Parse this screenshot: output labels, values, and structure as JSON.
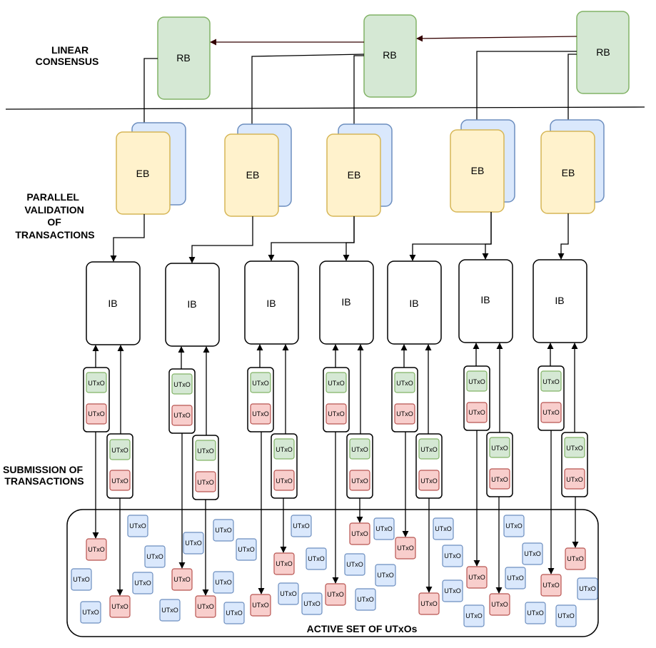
{
  "labels": {
    "linear_consensus": [
      "LINEAR",
      "CONSENSUS"
    ],
    "parallel_validation": [
      "PARALLEL",
      "VALIDATION",
      "OF",
      "TRANSACTIONS"
    ],
    "submission": [
      "SUBMISSION OF",
      "TRANSACTIONS"
    ],
    "active_set": "ACTIVE SET OF UTxOs"
  },
  "rb_label": "RB",
  "eb_label": "EB",
  "ib_label": "IB",
  "utxo_label": "UTxO",
  "colors": {
    "rb_fill": "#d5e8d4",
    "eb_fill": "#fff2cc",
    "ib_fill": "#ffffff",
    "utxo_green": "#d5e8d4",
    "utxo_red": "#f8cecc",
    "utxo_blue": "#dae8fc"
  }
}
